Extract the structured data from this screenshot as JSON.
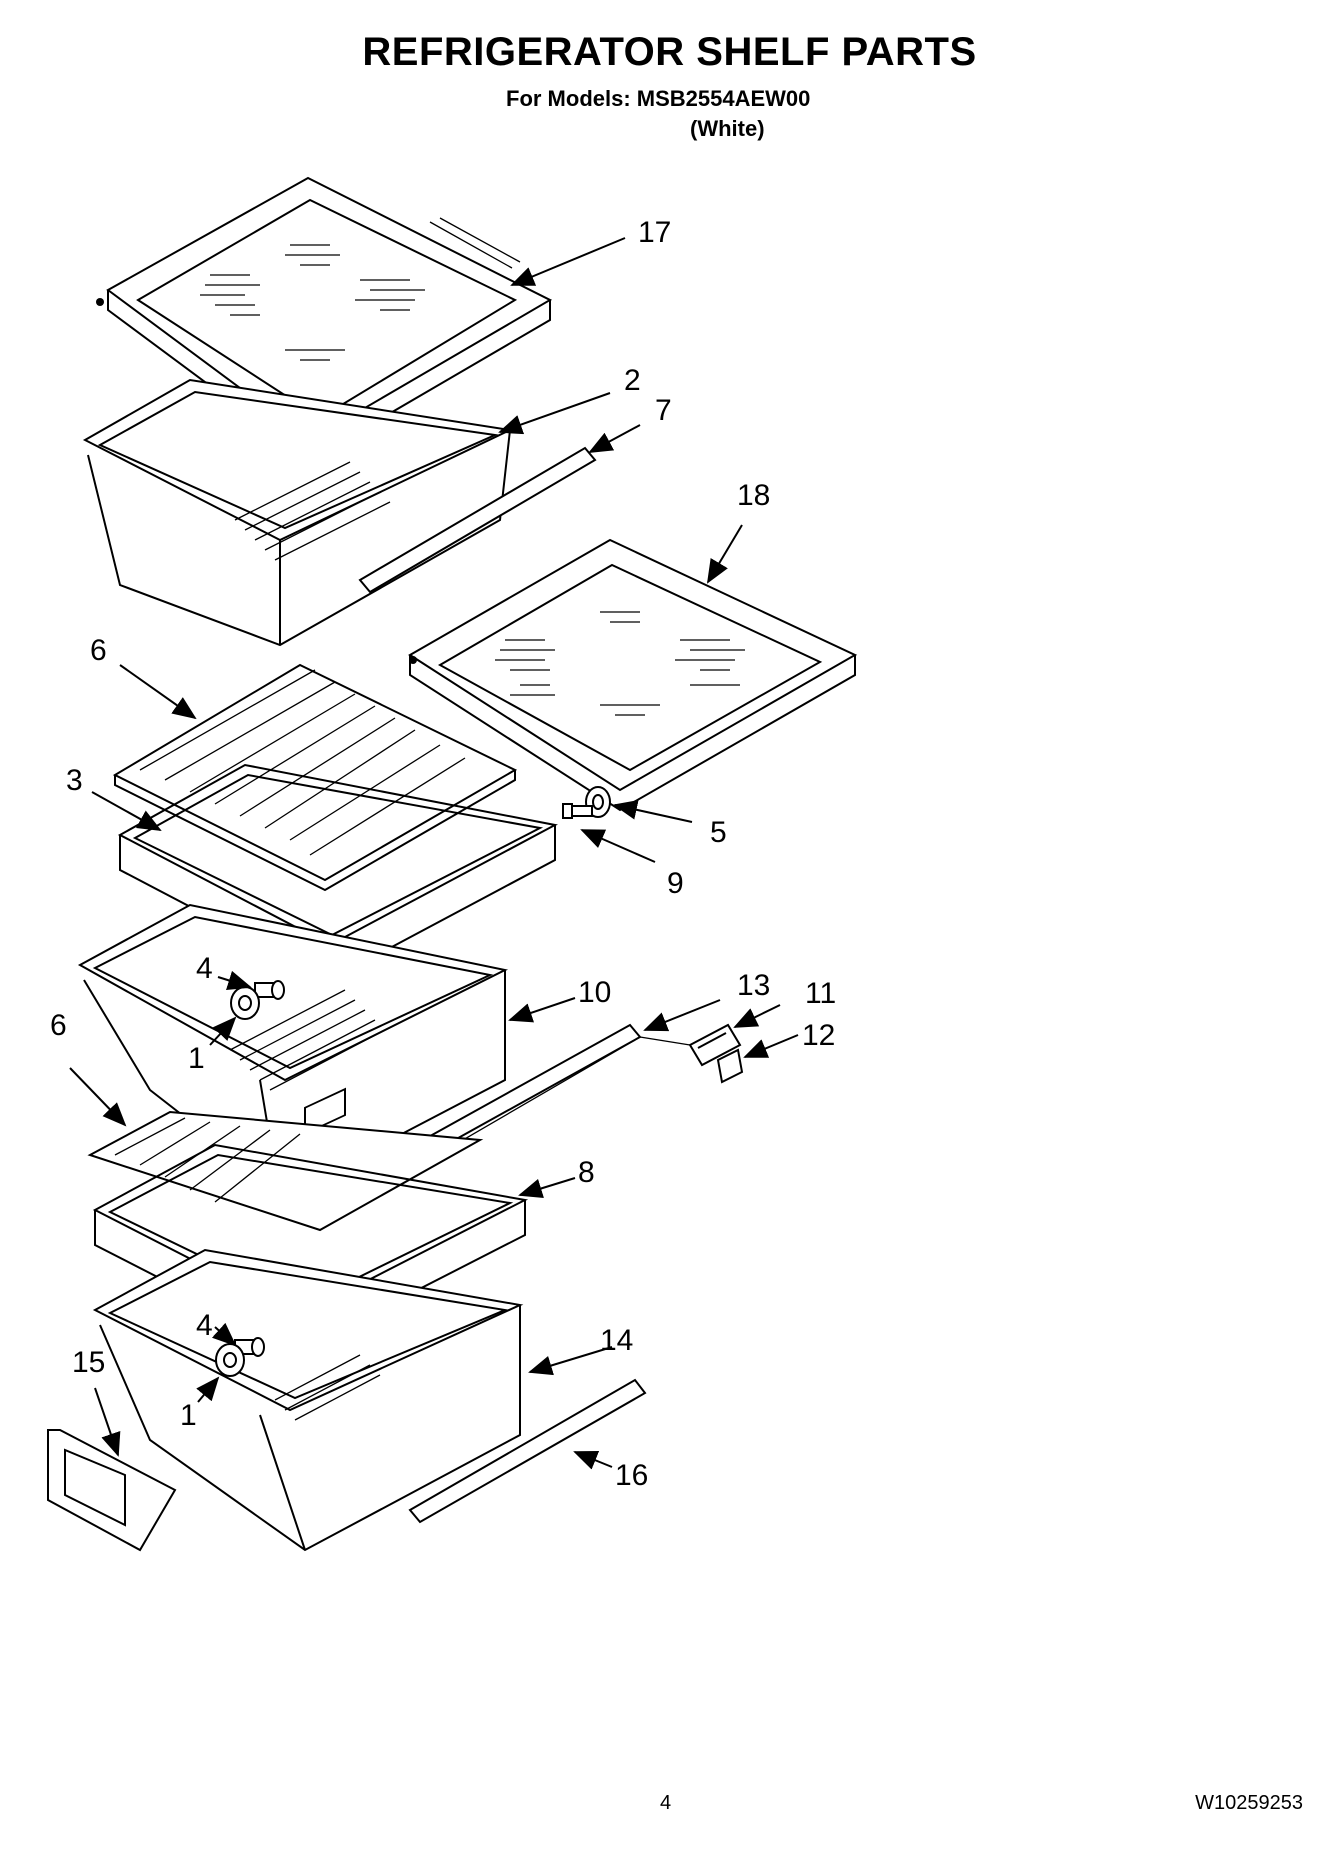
{
  "header": {
    "title": "REFRIGERATOR SHELF PARTS",
    "models_line": "For Models: MSB2554AEW00",
    "color_line": "(White)"
  },
  "footer": {
    "page_number": "4",
    "document_number": "W10259253"
  },
  "callouts": [
    "17",
    "2",
    "7",
    "18",
    "6",
    "3",
    "5",
    "9",
    "4",
    "10",
    "13",
    "11",
    "12",
    "1",
    "6",
    "8",
    "4",
    "14",
    "15",
    "1",
    "16"
  ]
}
